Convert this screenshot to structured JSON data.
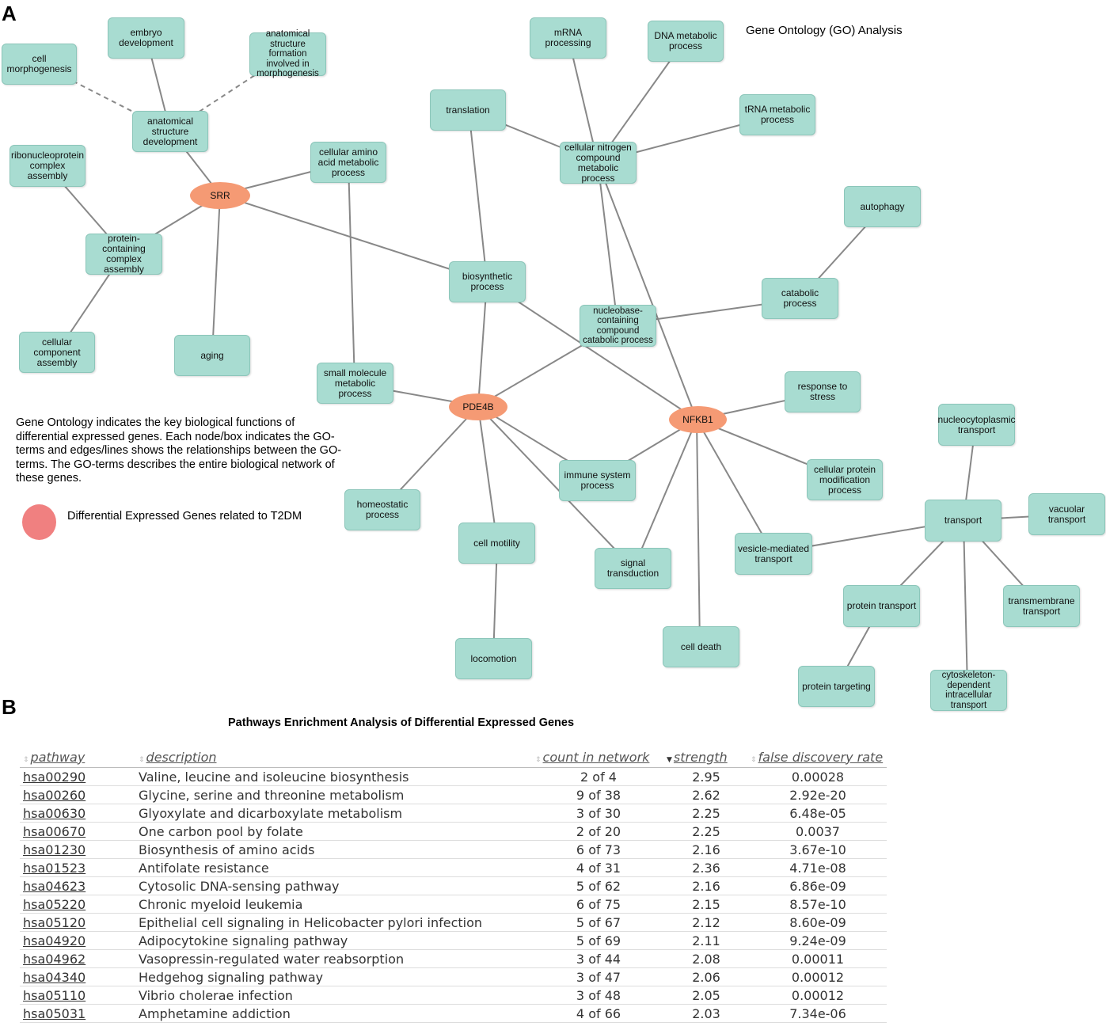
{
  "panel_a": {
    "letter": "A",
    "title": "Gene Ontology (GO) Analysis",
    "description": "Gene Ontology indicates the key biological functions of differential expressed genes. Each node/box indicates the GO-terms and edges/lines shows the relationships between the GO-terms. The GO-terms describes the entire biological network of these genes.",
    "legend_label": "Differential Expressed Genes related to T2DM",
    "colors": {
      "go_term": "#a8dcd1",
      "gene": "#f59a74",
      "legend": "#f08080",
      "edge": "#888888"
    },
    "genes": [
      "SRR",
      "PDE4B",
      "NFKB1"
    ],
    "go_terms": [
      "cell morphogenesis",
      "embryo development",
      "anatomical structure formation involved in morphogenesis",
      "anatomical structure development",
      "ribonucleoprotein complex assembly",
      "cellular amino acid metabolic process",
      "protein-containing complex assembly",
      "cellular component assembly",
      "aging",
      "small molecule metabolic process",
      "translation",
      "mRNA processing",
      "DNA metabolic process",
      "cellular nitrogen compound metabolic process",
      "tRNA metabolic process",
      "biosynthetic process",
      "nucleobase-containing compound catabolic process",
      "autophagy",
      "catabolic process",
      "response to stress",
      "homeostatic process",
      "cell motility",
      "locomotion",
      "immune system process",
      "signal transduction",
      "cell death",
      "vesicle-mediated transport",
      "cellular protein modification process",
      "nucleocytoplasmic transport",
      "transport",
      "vacuolar transport",
      "protein transport",
      "transmembrane transport",
      "protein targeting",
      "cytoskeleton-dependent intracellular transport"
    ]
  },
  "panel_b": {
    "letter": "B",
    "title": "Pathways Enrichment Analysis of Differential Expressed Genes",
    "columns": [
      "pathway",
      "description",
      "count in network",
      "strength",
      "false discovery rate"
    ],
    "rows": [
      [
        "hsa00290",
        "Valine, leucine and isoleucine biosynthesis",
        "2 of 4",
        "2.95",
        "0.00028"
      ],
      [
        "hsa00260",
        "Glycine, serine and threonine metabolism",
        "9 of 38",
        "2.62",
        "2.92e-20"
      ],
      [
        "hsa00630",
        "Glyoxylate and dicarboxylate metabolism",
        "3 of 30",
        "2.25",
        "6.48e-05"
      ],
      [
        "hsa00670",
        "One carbon pool by folate",
        "2 of 20",
        "2.25",
        "0.0037"
      ],
      [
        "hsa01230",
        "Biosynthesis of amino acids",
        "6 of 73",
        "2.16",
        "3.67e-10"
      ],
      [
        "hsa01523",
        "Antifolate resistance",
        "4 of 31",
        "2.36",
        "4.71e-08"
      ],
      [
        "hsa04623",
        "Cytosolic DNA-sensing pathway",
        "5 of 62",
        "2.16",
        "6.86e-09"
      ],
      [
        "hsa05220",
        "Chronic myeloid leukemia",
        "6 of 75",
        "2.15",
        "8.57e-10"
      ],
      [
        "hsa05120",
        "Epithelial cell signaling in Helicobacter pylori infection",
        "5 of 67",
        "2.12",
        "8.60e-09"
      ],
      [
        "hsa04920",
        "Adipocytokine signaling pathway",
        "5 of 69",
        "2.11",
        "9.24e-09"
      ],
      [
        "hsa04962",
        "Vasopressin-regulated water reabsorption",
        "3 of 44",
        "2.08",
        "0.00011"
      ],
      [
        "hsa04340",
        "Hedgehog signaling pathway",
        "3 of 47",
        "2.06",
        "0.00012"
      ],
      [
        "hsa05110",
        "Vibrio cholerae infection",
        "3 of 48",
        "2.05",
        "0.00012"
      ],
      [
        "hsa05031",
        "Amphetamine addiction",
        "4 of 66",
        "2.03",
        "7.34e-06"
      ]
    ]
  }
}
